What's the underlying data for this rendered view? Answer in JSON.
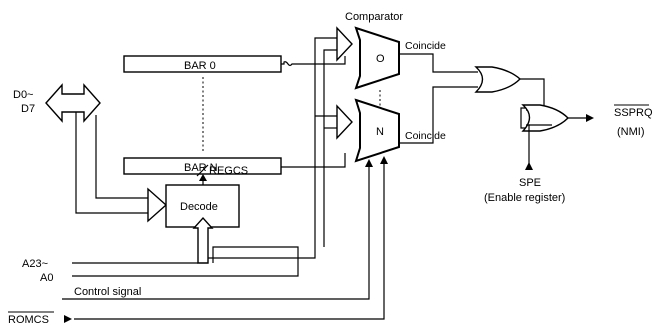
{
  "labels": {
    "comparator": "Comparator",
    "comparator_o": "O",
    "comparator_n": "N",
    "coincide_top": "Coincide",
    "coincide_bottom": "Coincide",
    "bar0": "BAR  0",
    "barn": "BAR  N",
    "regcs": "REGCS",
    "decode": "Decode",
    "d0": "D0~",
    "d7": "D7",
    "a23": "A23~",
    "a0": "A0",
    "control_signal": "Control signal",
    "romcs": "ROMCS",
    "spe": "SPE",
    "enable_register": "(Enable register)",
    "ssprq": "SSPRQ",
    "nmi": "(NMI)"
  }
}
